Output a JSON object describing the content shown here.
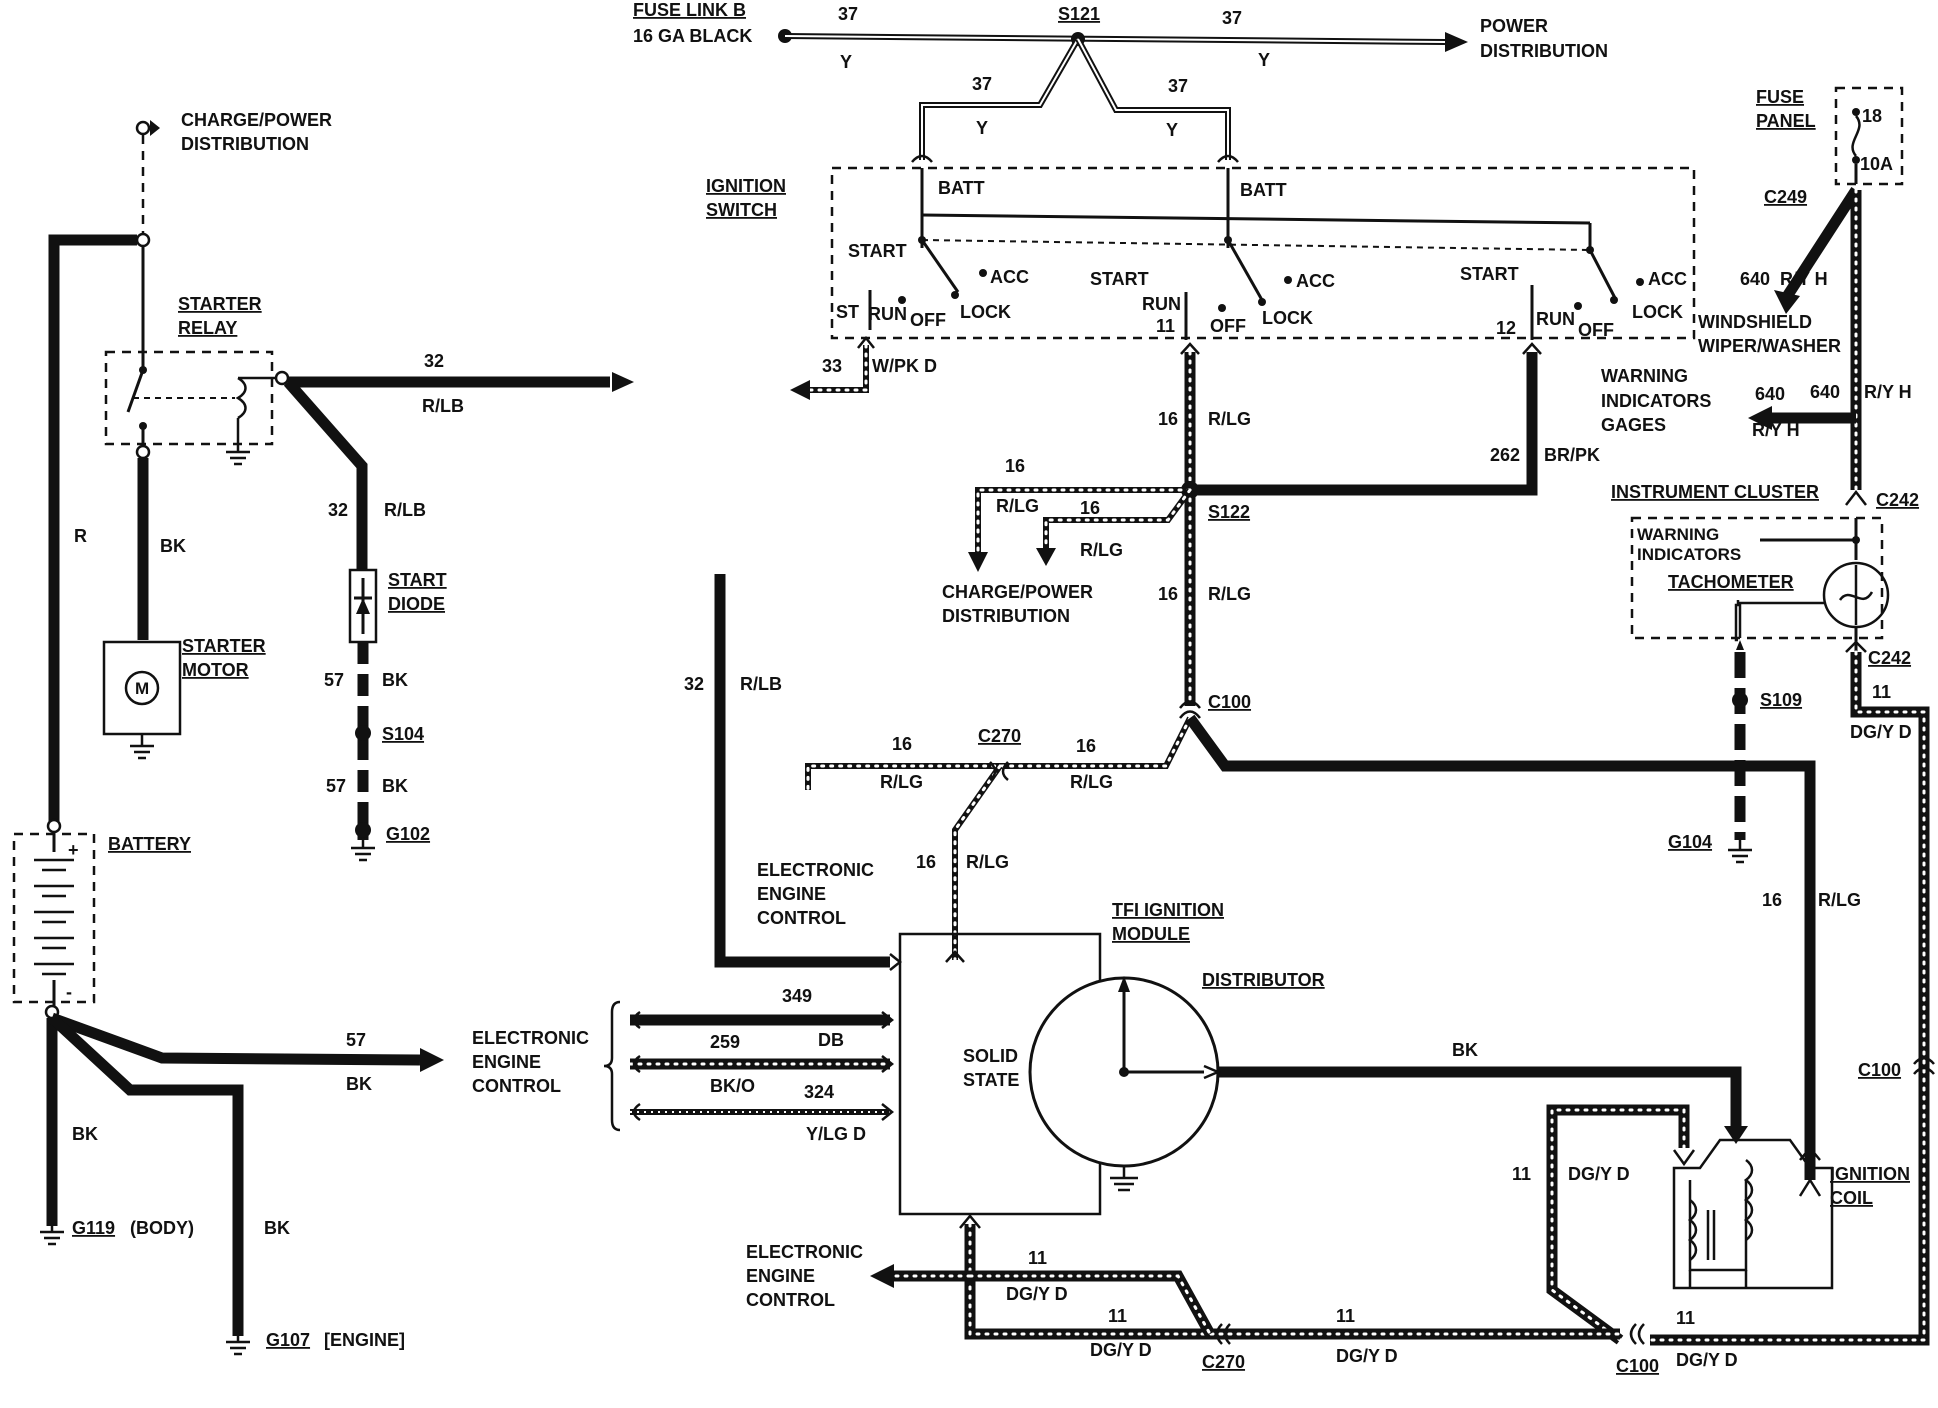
{
  "top": {
    "fuse_link_line1": "FUSE LINK B",
    "fuse_link_line2": "16 GA BLACK",
    "splice_s121": "S121",
    "power_dist_line1": "POWER",
    "power_dist_line2": "DISTRIBUTION",
    "wire_num": "37",
    "wire_color": "Y"
  },
  "charge_power_top": {
    "line1": "CHARGE/POWER",
    "line2": "DISTRIBUTION"
  },
  "starter_relay": {
    "line1": "STARTER",
    "line2": "RELAY"
  },
  "starter_motor": {
    "line1": "STARTER",
    "line2": "MOTOR",
    "symbol": "M"
  },
  "start_diode": {
    "line1": "START",
    "line2": "DIODE"
  },
  "battery": {
    "label": "BATTERY",
    "plus": "+",
    "minus": "-"
  },
  "ignition_switch": {
    "line1": "IGNITION",
    "line2": "SWITCH",
    "batt": "BATT",
    "start": "START",
    "acc": "ACC",
    "lock": "LOCK",
    "run": "RUN",
    "off": "OFF",
    "st": "ST",
    "pin11": "11",
    "pin12": "12"
  },
  "fuse_panel": {
    "line1": "FUSE",
    "line2": "PANEL",
    "fuse_num": "18",
    "fuse_rating": "10A"
  },
  "connectors": {
    "c249": "C249",
    "c242": "C242",
    "c100": "C100",
    "c270": "C270",
    "s122": "S122",
    "s104": "S104",
    "s109": "S109",
    "g102": "G102",
    "g104": "G104",
    "g119": "G119",
    "g119_note": "(BODY)",
    "g107": "G107",
    "g107_note": "[ENGINE]"
  },
  "windshield": {
    "line1": "WINDSHIELD",
    "line2": "WIPER/WASHER"
  },
  "warning_gages": {
    "line1": "WARNING",
    "line2": "INDICATORS",
    "line3": "GAGES"
  },
  "instrument_cluster": {
    "title": "INSTRUMENT CLUSTER",
    "warn1": "WARNING",
    "warn2": "INDICATORS",
    "tach": "TACHOMETER"
  },
  "charge_power_mid": {
    "line1": "CHARGE/POWER",
    "line2": "DISTRIBUTION"
  },
  "eec_left": {
    "line1": "ELECTRONIC",
    "line2": "ENGINE",
    "line3": "CONTROL"
  },
  "eec_mid": {
    "line1": "ELECTRONIC",
    "line2": "ENGINE",
    "line3": "CONTROL"
  },
  "eec_bottom": {
    "line1": "ELECTRONIC",
    "line2": "ENGINE",
    "line3": "CONTROL"
  },
  "tfi": {
    "line1": "TFI IGNITION",
    "line2": "MODULE",
    "solid1": "SOLID",
    "solid2": "STATE"
  },
  "distributor": "DISTRIBUTOR",
  "ignition_coil": {
    "line1": "IGNITION",
    "line2": "COIL"
  },
  "wires": {
    "w32": "32",
    "rlb": "R/LB",
    "w16": "16",
    "rlg": "R/LG",
    "w262": "262",
    "brpk": "BR/PK",
    "w33": "33",
    "wpk": "W/PK D",
    "w640": "640",
    "ryh": "R/Y H",
    "w57": "57",
    "bk": "BK",
    "r": "R",
    "w11": "11",
    "dgy": "DG/Y D",
    "w349": "349",
    "db": "DB",
    "w259": "259",
    "bko": "BK/O",
    "w324": "324",
    "ylg": "Y/LG D"
  }
}
